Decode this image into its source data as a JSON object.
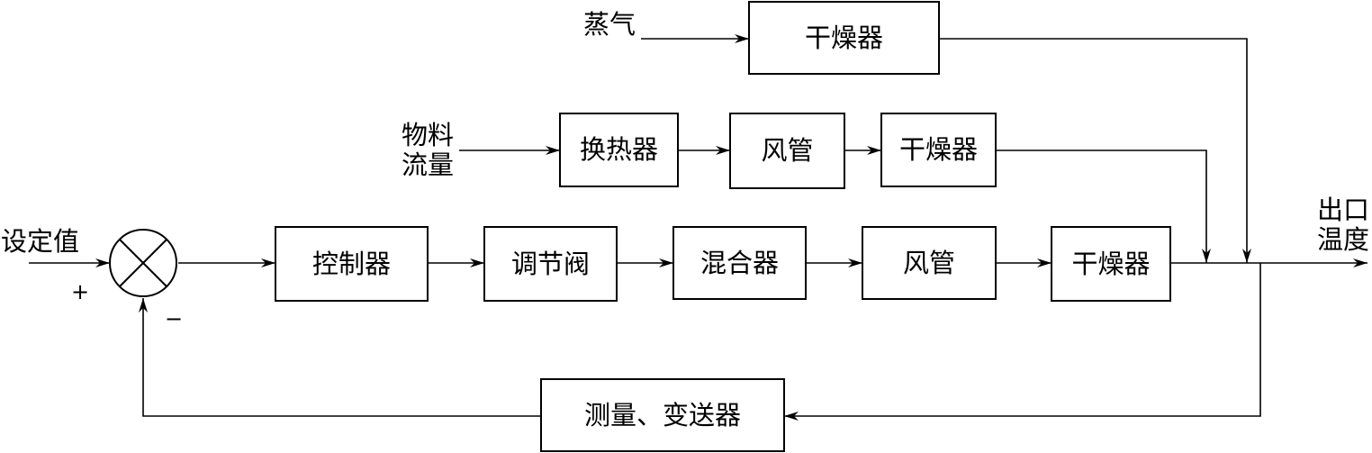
{
  "diagram": {
    "inputs": {
      "steam": "蒸气",
      "material_flow_line1": "物料",
      "material_flow_line2": "流量",
      "setpoint": "设定值"
    },
    "output": {
      "line1": "出口",
      "line2": "温度"
    },
    "summing_junction": {
      "plus": "+",
      "minus": "−"
    },
    "steam_branch": {
      "dryer": "干燥器"
    },
    "material_branch": {
      "heat_exchanger": "换热器",
      "duct": "风管",
      "dryer": "干燥器"
    },
    "main_path": {
      "controller": "控制器",
      "valve": "调节阀",
      "mixer": "混合器",
      "duct": "风管",
      "dryer": "干燥器"
    },
    "feedback": {
      "transmitter": "测量、变送器"
    }
  }
}
